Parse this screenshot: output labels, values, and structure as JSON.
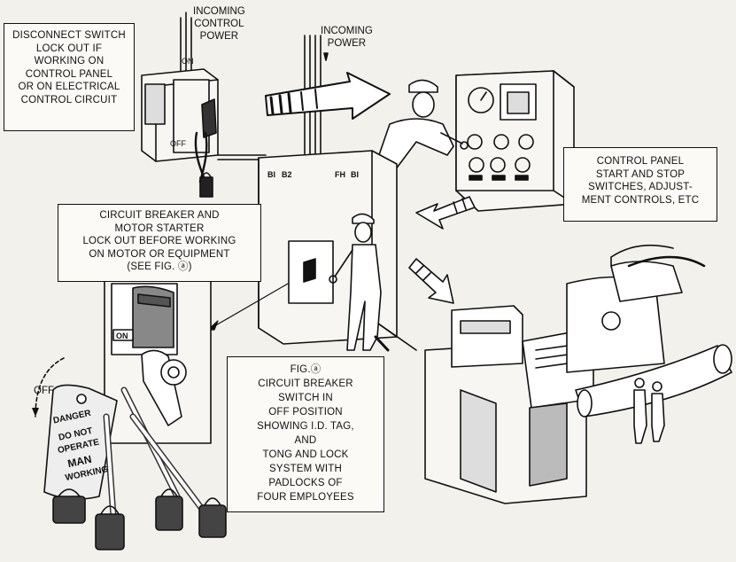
{
  "labels": {
    "incoming_control_power": [
      "INCOMING",
      "CONTROL",
      "POWER"
    ],
    "incoming_power": [
      "INCOMING",
      "POWER"
    ],
    "disconnect_switch": [
      "DISCONNECT SWITCH",
      "LOCK OUT IF",
      "WORKING ON",
      "CONTROL PANEL",
      "OR ON ELECTRICAL",
      "CONTROL CIRCUIT"
    ],
    "control_panel": [
      "CONTROL PANEL",
      "START AND STOP",
      "SWITCHES, ADJUST-",
      "MENT CONTROLS, ETC"
    ],
    "circuit_breaker": [
      "CIRCUIT BREAKER AND",
      "MOTOR STARTER",
      "LOCK OUT BEFORE WORKING",
      "ON MOTOR OR EQUIPMENT",
      "(SEE FIG. ⓐ)"
    ],
    "fig_a": [
      "FIG.ⓐ",
      "CIRCUIT BREAKER",
      "SWITCH IN",
      "OFF POSITION",
      "SHOWING I.D. TAG,",
      "AND",
      "TONG AND LOCK",
      "SYSTEM WITH",
      "PADLOCKS OF",
      "FOUR EMPLOYEES"
    ],
    "off_arrow": "OFF",
    "on_switch": "ON",
    "switch_on": "ON",
    "switch_off": "OFF",
    "tag": [
      "DANGER",
      "DO NOT",
      "OPERATE",
      "MAN",
      "WORKING"
    ]
  }
}
